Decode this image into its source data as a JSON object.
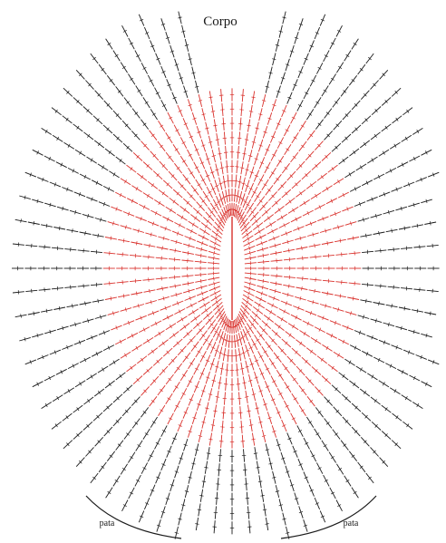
{
  "title": "Corpo",
  "labels": {
    "left_leg": "pata",
    "right_leg": "pata"
  },
  "colors": {
    "inner_rounds": "#d9302b",
    "outer_rounds": "#1a1a1a",
    "background": "#ffffff"
  },
  "stitch_symbol": "double-crochet-stitch",
  "pattern": {
    "shape": "oval",
    "red_rounds": 9,
    "black_rounds": 7,
    "stitches_per_round": 72,
    "outer_opening": "top"
  }
}
